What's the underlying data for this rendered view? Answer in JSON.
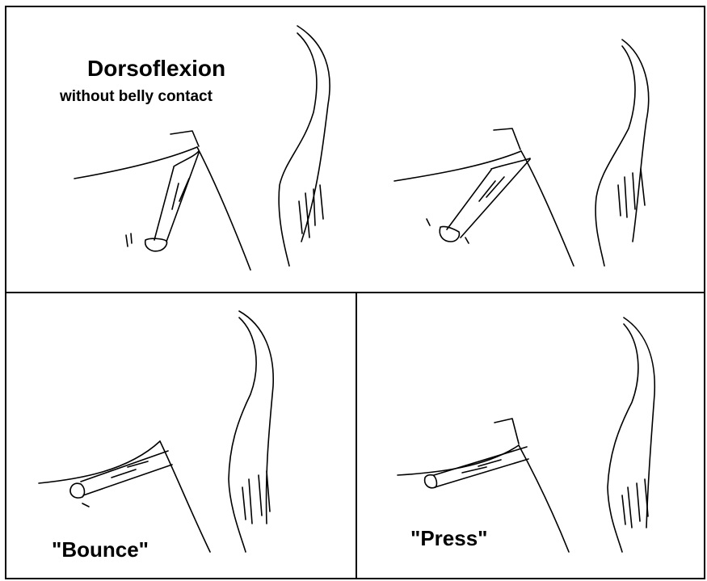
{
  "panels": {
    "top": {
      "title": "Dorsoflexion",
      "subtitle": "without belly contact"
    },
    "bottom_left": {
      "label": "\"Bounce\""
    },
    "bottom_right": {
      "label": "\"Press\""
    }
  },
  "colors": {
    "ink": "#000000",
    "background": "#ffffff"
  }
}
